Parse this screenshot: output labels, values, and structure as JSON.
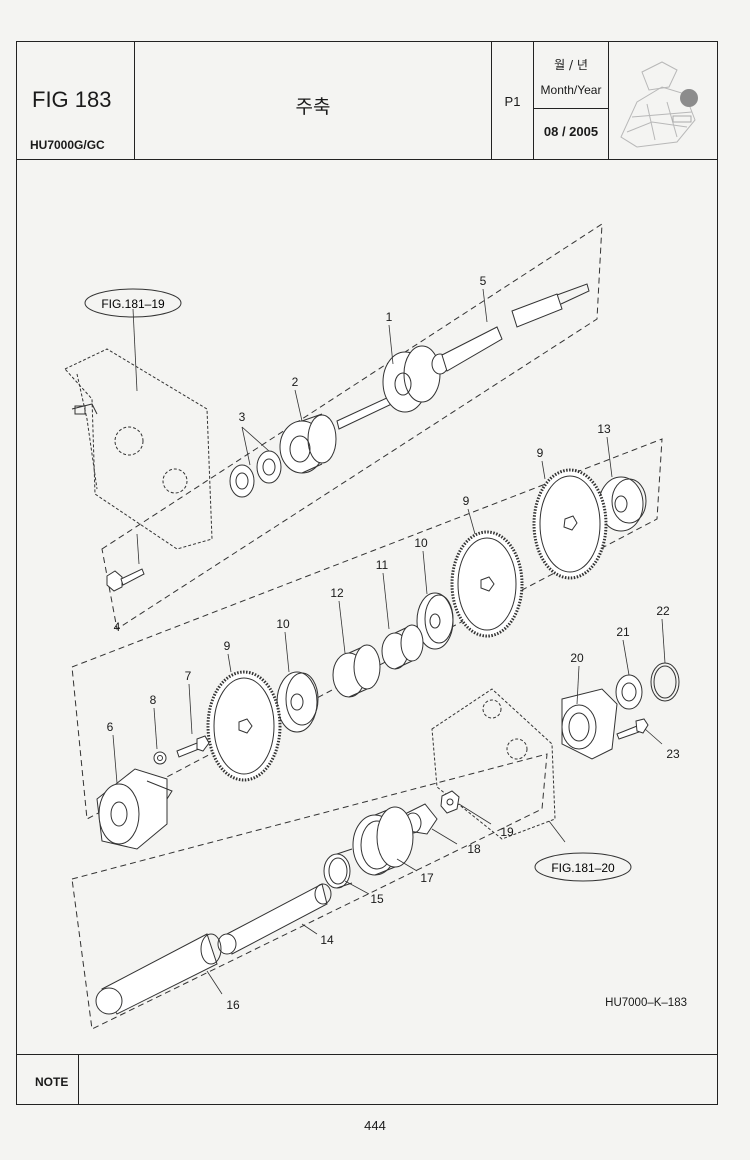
{
  "header": {
    "fig": "FIG 183",
    "model": "HU7000G/GC",
    "title_korean": "주축",
    "page_code": "P1",
    "date_label_korean": "월 / 년",
    "date_label_english": "Month/Year",
    "date_value": "08 / 2005"
  },
  "refs": {
    "fig_181_19": "FIG.181–19",
    "fig_181_20": "FIG.181–20"
  },
  "callouts": {
    "c1": "1",
    "c2": "2",
    "c3": "3",
    "c4": "4",
    "c5": "5",
    "c6": "6",
    "c7": "7",
    "c8": "8",
    "c9a": "9",
    "c9b": "9",
    "c9c": "9",
    "c10a": "10",
    "c10b": "10",
    "c11": "11",
    "c12": "12",
    "c13": "13",
    "c14": "14",
    "c15": "15",
    "c16": "16",
    "c17": "17",
    "c18": "18",
    "c19": "19",
    "c20": "20",
    "c21": "21",
    "c22": "22",
    "c23": "23"
  },
  "drawing_id": "HU7000–K–183",
  "note_label": "NOTE",
  "page_number": "444"
}
